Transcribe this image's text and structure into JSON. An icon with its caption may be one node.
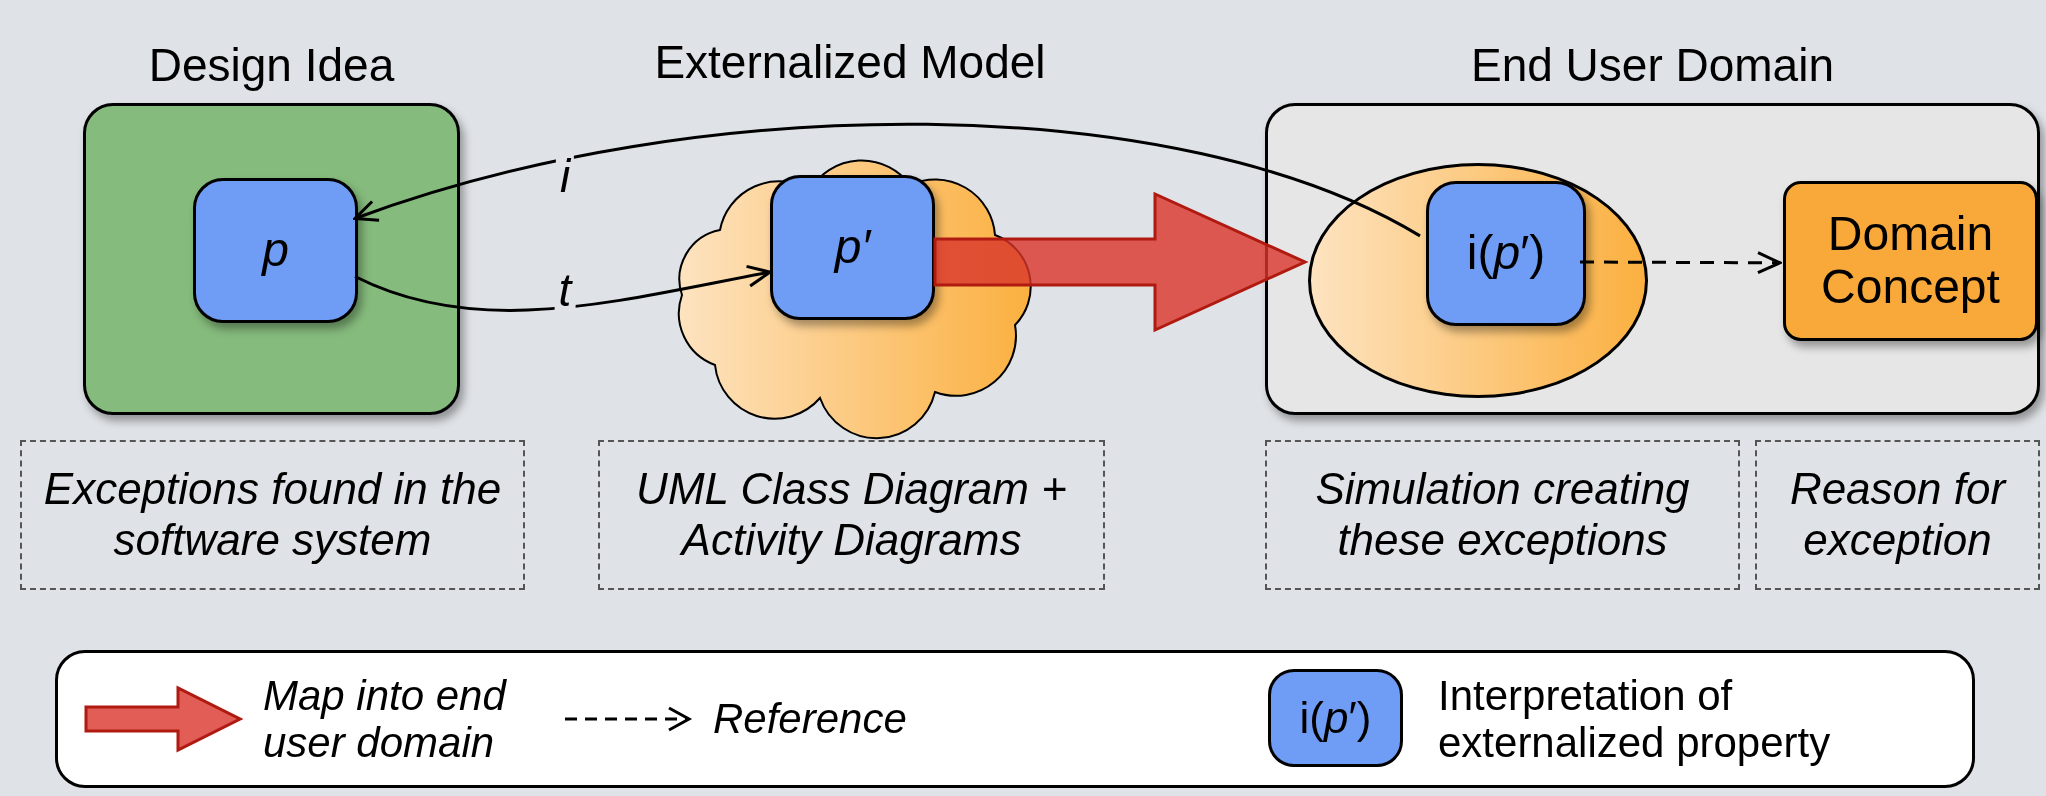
{
  "diagram": {
    "nodes": [
      {
        "text": [
          "Design Idea"
        ],
        "beside": [
          "Exceptions found in the software system"
        ]
      },
      {
        "text": [
          "p"
        ],
        "in": 0
      },
      {
        "text": [
          "Externalized Model"
        ],
        "beside": [
          "UML Class Diagram + Activity Diagrams"
        ]
      },
      {
        "text": [
          "p′"
        ],
        "in": 2
      },
      {
        "text": [
          "End User Domain"
        ]
      },
      {
        "text": [],
        "shape": "ellipse",
        "in": 4,
        "beside": [
          "Simulation creating these exceptions"
        ]
      },
      {
        "text": [
          "i(*p*′)"
        ],
        "in": 5
      },
      {
        "text": [
          "Domain Concept"
        ],
        "in": 4,
        "beside": [
          "Reason for exception"
        ]
      }
    ],
    "edges": [
      {
        "from": 6,
        "to": 1,
        "arrow": "to",
        "label": "i"
      },
      {
        "from": 1,
        "to": 3,
        "arrow": "to",
        "label": "t"
      },
      {
        "from": 3,
        "to": 5,
        "arrow": "to",
        "style": "thick",
        "color": "#d9342b"
      },
      {
        "from": 6,
        "to": 7,
        "arrow": "to",
        "style": "dashed"
      }
    ],
    "labels": [
      "i(*p*′)"
    ],
    "legend": [
      {
        "text": "Map into end user domain"
      },
      {
        "text": "Reference"
      },
      {
        "text": "Interpretation of externalized property"
      }
    ]
  }
}
